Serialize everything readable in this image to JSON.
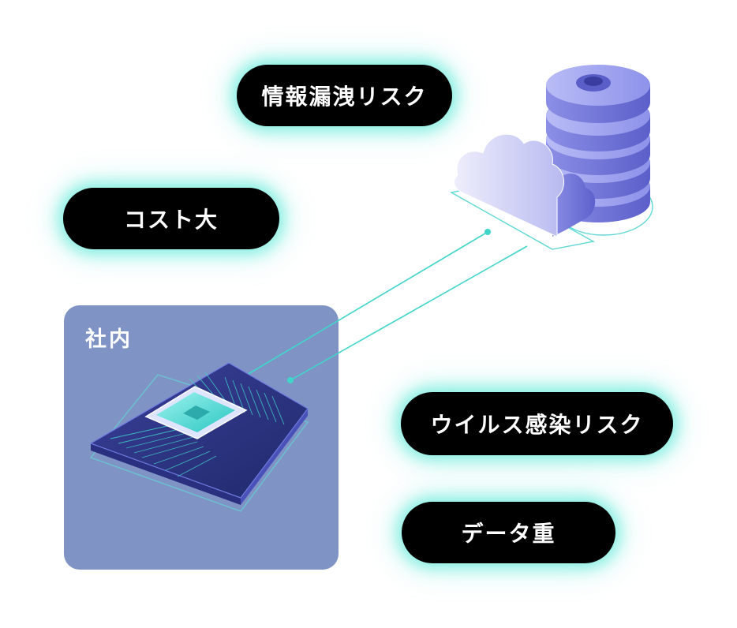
{
  "risks": {
    "info_leak": "情報漏洩リスク",
    "cost": "コスト大",
    "virus": "ウイルス感染リスク",
    "data_heavy": "データ重"
  },
  "internal": {
    "label": "社内"
  },
  "icons": {
    "server": "database-server-icon",
    "cloud": "cloud-icon",
    "chip": "cpu-chip-icon"
  },
  "colors": {
    "pill_bg": "#000000",
    "pill_glow": "#40e6d2",
    "panel_bg": "#8093c5",
    "connector": "#3fd6c9",
    "server": "#7b7fe0",
    "cloud": "#b7b9f1"
  }
}
